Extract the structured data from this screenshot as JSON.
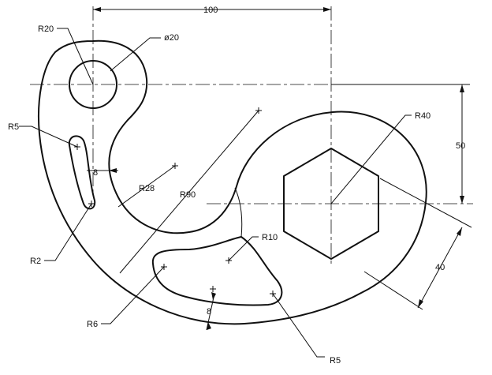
{
  "drawing": {
    "dimensions": {
      "width_100": "100",
      "height_50": "50",
      "offset_40": "40",
      "slot_width_left": "8",
      "slot_width_bottom": "8"
    },
    "labels": {
      "r20": "R20",
      "dia20": "ø20",
      "r5_top": "R5",
      "r2": "R2",
      "r28": "R28",
      "r90": "R90",
      "r40": "R40",
      "r10": "R10",
      "r6": "R6",
      "r5_bottom": "R5"
    }
  }
}
